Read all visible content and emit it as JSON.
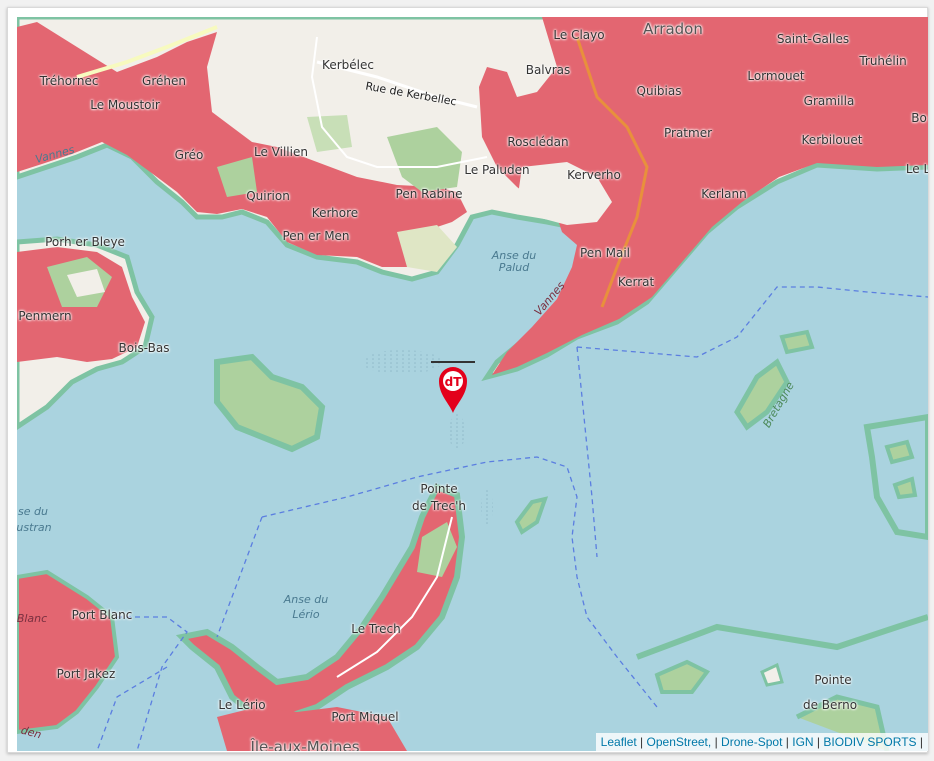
{
  "map": {
    "labels": [
      {
        "id": "kerbelec",
        "text": "Kerbélec"
      },
      {
        "id": "rue-kerbellec",
        "text": "Rue de Kerbellec"
      },
      {
        "id": "trehornec",
        "text": "Tréhornec"
      },
      {
        "id": "grehen",
        "text": "Gréhen"
      },
      {
        "id": "le-moustoir",
        "text": "Le Moustoir"
      },
      {
        "id": "vannes-w",
        "text": "Vannes"
      },
      {
        "id": "greo",
        "text": "Gréo"
      },
      {
        "id": "le-villien",
        "text": "Le Villien"
      },
      {
        "id": "quirion",
        "text": "Quirion"
      },
      {
        "id": "kerhore",
        "text": "Kerhore"
      },
      {
        "id": "pen-er-men",
        "text": "Pen er Men"
      },
      {
        "id": "pen-rabine",
        "text": "Pen Rabine"
      },
      {
        "id": "le-clayo",
        "text": "Le Clayo"
      },
      {
        "id": "arradon",
        "text": "Arradon"
      },
      {
        "id": "saint-galles",
        "text": "Saint-Galles"
      },
      {
        "id": "truhelin",
        "text": "Truhélin"
      },
      {
        "id": "balvras",
        "text": "Balvras"
      },
      {
        "id": "lormouet",
        "text": "Lormouet"
      },
      {
        "id": "quibias",
        "text": "Quibias"
      },
      {
        "id": "gramilla",
        "text": "Gramilla"
      },
      {
        "id": "bo",
        "text": "Bo"
      },
      {
        "id": "pratmer",
        "text": "Pratmer"
      },
      {
        "id": "roscledan",
        "text": "Rosclédan"
      },
      {
        "id": "kerbilouet",
        "text": "Kerbilouet"
      },
      {
        "id": "le-paluden",
        "text": "Le Paluden"
      },
      {
        "id": "kerverho",
        "text": "Kerverho"
      },
      {
        "id": "le-l",
        "text": "Le L"
      },
      {
        "id": "kerlann",
        "text": "Kerlann"
      },
      {
        "id": "pen-mail",
        "text": "Pen Mail"
      },
      {
        "id": "kerrat",
        "text": "Kerrat"
      },
      {
        "id": "vannes-e",
        "text": "Vannes"
      },
      {
        "id": "porh-er-bleye",
        "text": "Porh er Bleye"
      },
      {
        "id": "penmern",
        "text": "Penmern"
      },
      {
        "id": "bois-bas",
        "text": "Bois-Bas"
      },
      {
        "id": "bretagne",
        "text": "Bretagne"
      },
      {
        "id": "pointe-trech-1",
        "text": "Pointe"
      },
      {
        "id": "pointe-trech-2",
        "text": "de Trec'h"
      },
      {
        "id": "port-blanc",
        "text": "Port Blanc"
      },
      {
        "id": "blanc",
        "text": "Blanc"
      },
      {
        "id": "port-jakez",
        "text": "Port Jakez"
      },
      {
        "id": "le-trech",
        "text": "Le Trech"
      },
      {
        "id": "le-lerio",
        "text": "Le Lério"
      },
      {
        "id": "port-miquel",
        "text": "Port Miquel"
      },
      {
        "id": "ile-aux-moines",
        "text": "Île-aux-Moines"
      },
      {
        "id": "den",
        "text": "den"
      },
      {
        "id": "pointe-berno-1",
        "text": "Pointe"
      },
      {
        "id": "pointe-berno-2",
        "text": "de Berno"
      }
    ],
    "water_labels": [
      {
        "id": "anse-palud-1",
        "text": "Anse du"
      },
      {
        "id": "anse-palud-2",
        "text": "Palud"
      },
      {
        "id": "anse-lerio-1",
        "text": "Anse du"
      },
      {
        "id": "anse-lerio-2",
        "text": "Lério"
      },
      {
        "id": "se-du",
        "text": "se du"
      },
      {
        "id": "ustran",
        "text": "ustran"
      }
    ],
    "marker": {
      "text": "dT",
      "icon": "drone-spot-marker-icon",
      "color": "#e3001b"
    },
    "colors": {
      "water": "#aad3df",
      "land": "#f2efe9",
      "residential": "#e36671",
      "woods": "#add19e",
      "route": "#e8903c",
      "boundary": "#5b7ee0"
    }
  },
  "attribution": {
    "items": [
      {
        "text": "Leaflet",
        "link": true
      },
      {
        "text": "OpenStreet,",
        "link": true
      },
      {
        "text": "Drone-Spot",
        "link": true
      },
      {
        "text": "IGN",
        "link": true
      },
      {
        "text": "BIODIV SPORTS",
        "link": true
      }
    ]
  }
}
